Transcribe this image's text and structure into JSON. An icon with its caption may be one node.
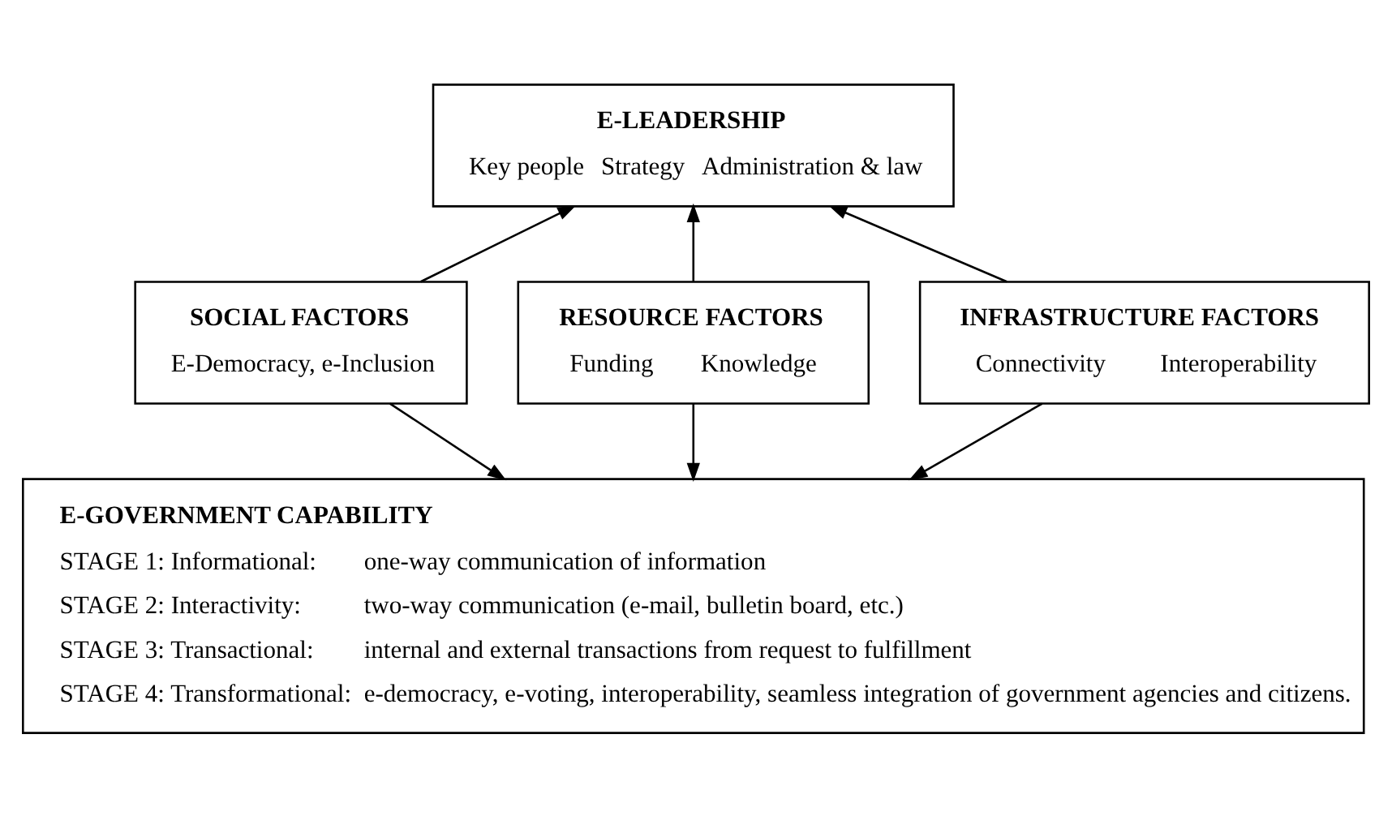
{
  "diagram": {
    "nodes": [
      {
        "text": [
          "E-LEADERSHIP",
          "Key people",
          "Strategy",
          "Administration & law"
        ]
      },
      {
        "text": [
          "SOCIAL FACTORS",
          "E-Democracy, e-Inclusion"
        ]
      },
      {
        "text": [
          "RESOURCE FACTORS",
          "Funding",
          "Knowledge"
        ]
      },
      {
        "text": [
          "INFRASTRUCTURE FACTORS",
          "Connectivity",
          "Interoperability"
        ]
      },
      {
        "text": [
          "E-GOVERNMENT CAPABILITY",
          "STAGE 1: Informational:",
          "one-way communication of information",
          "STAGE 2: Interactivity:",
          "two-way communication (e-mail, bulletin board, etc.)",
          "STAGE 3: Transactional:",
          "internal and external transactions from request to fulfillment",
          "STAGE 4: Transformational:",
          "e-democracy, e-voting, interoperability, seamless integration of government agencies and citizens."
        ]
      }
    ],
    "edges": [
      {
        "from": 1,
        "to": 0,
        "arrow": "to"
      },
      {
        "from": 2,
        "to": 0,
        "arrow": "to"
      },
      {
        "from": 3,
        "to": 0,
        "arrow": "to"
      },
      {
        "from": 1,
        "to": 4,
        "arrow": "to"
      },
      {
        "from": 2,
        "to": 4,
        "arrow": "to"
      },
      {
        "from": 3,
        "to": 4,
        "arrow": "to"
      }
    ]
  }
}
